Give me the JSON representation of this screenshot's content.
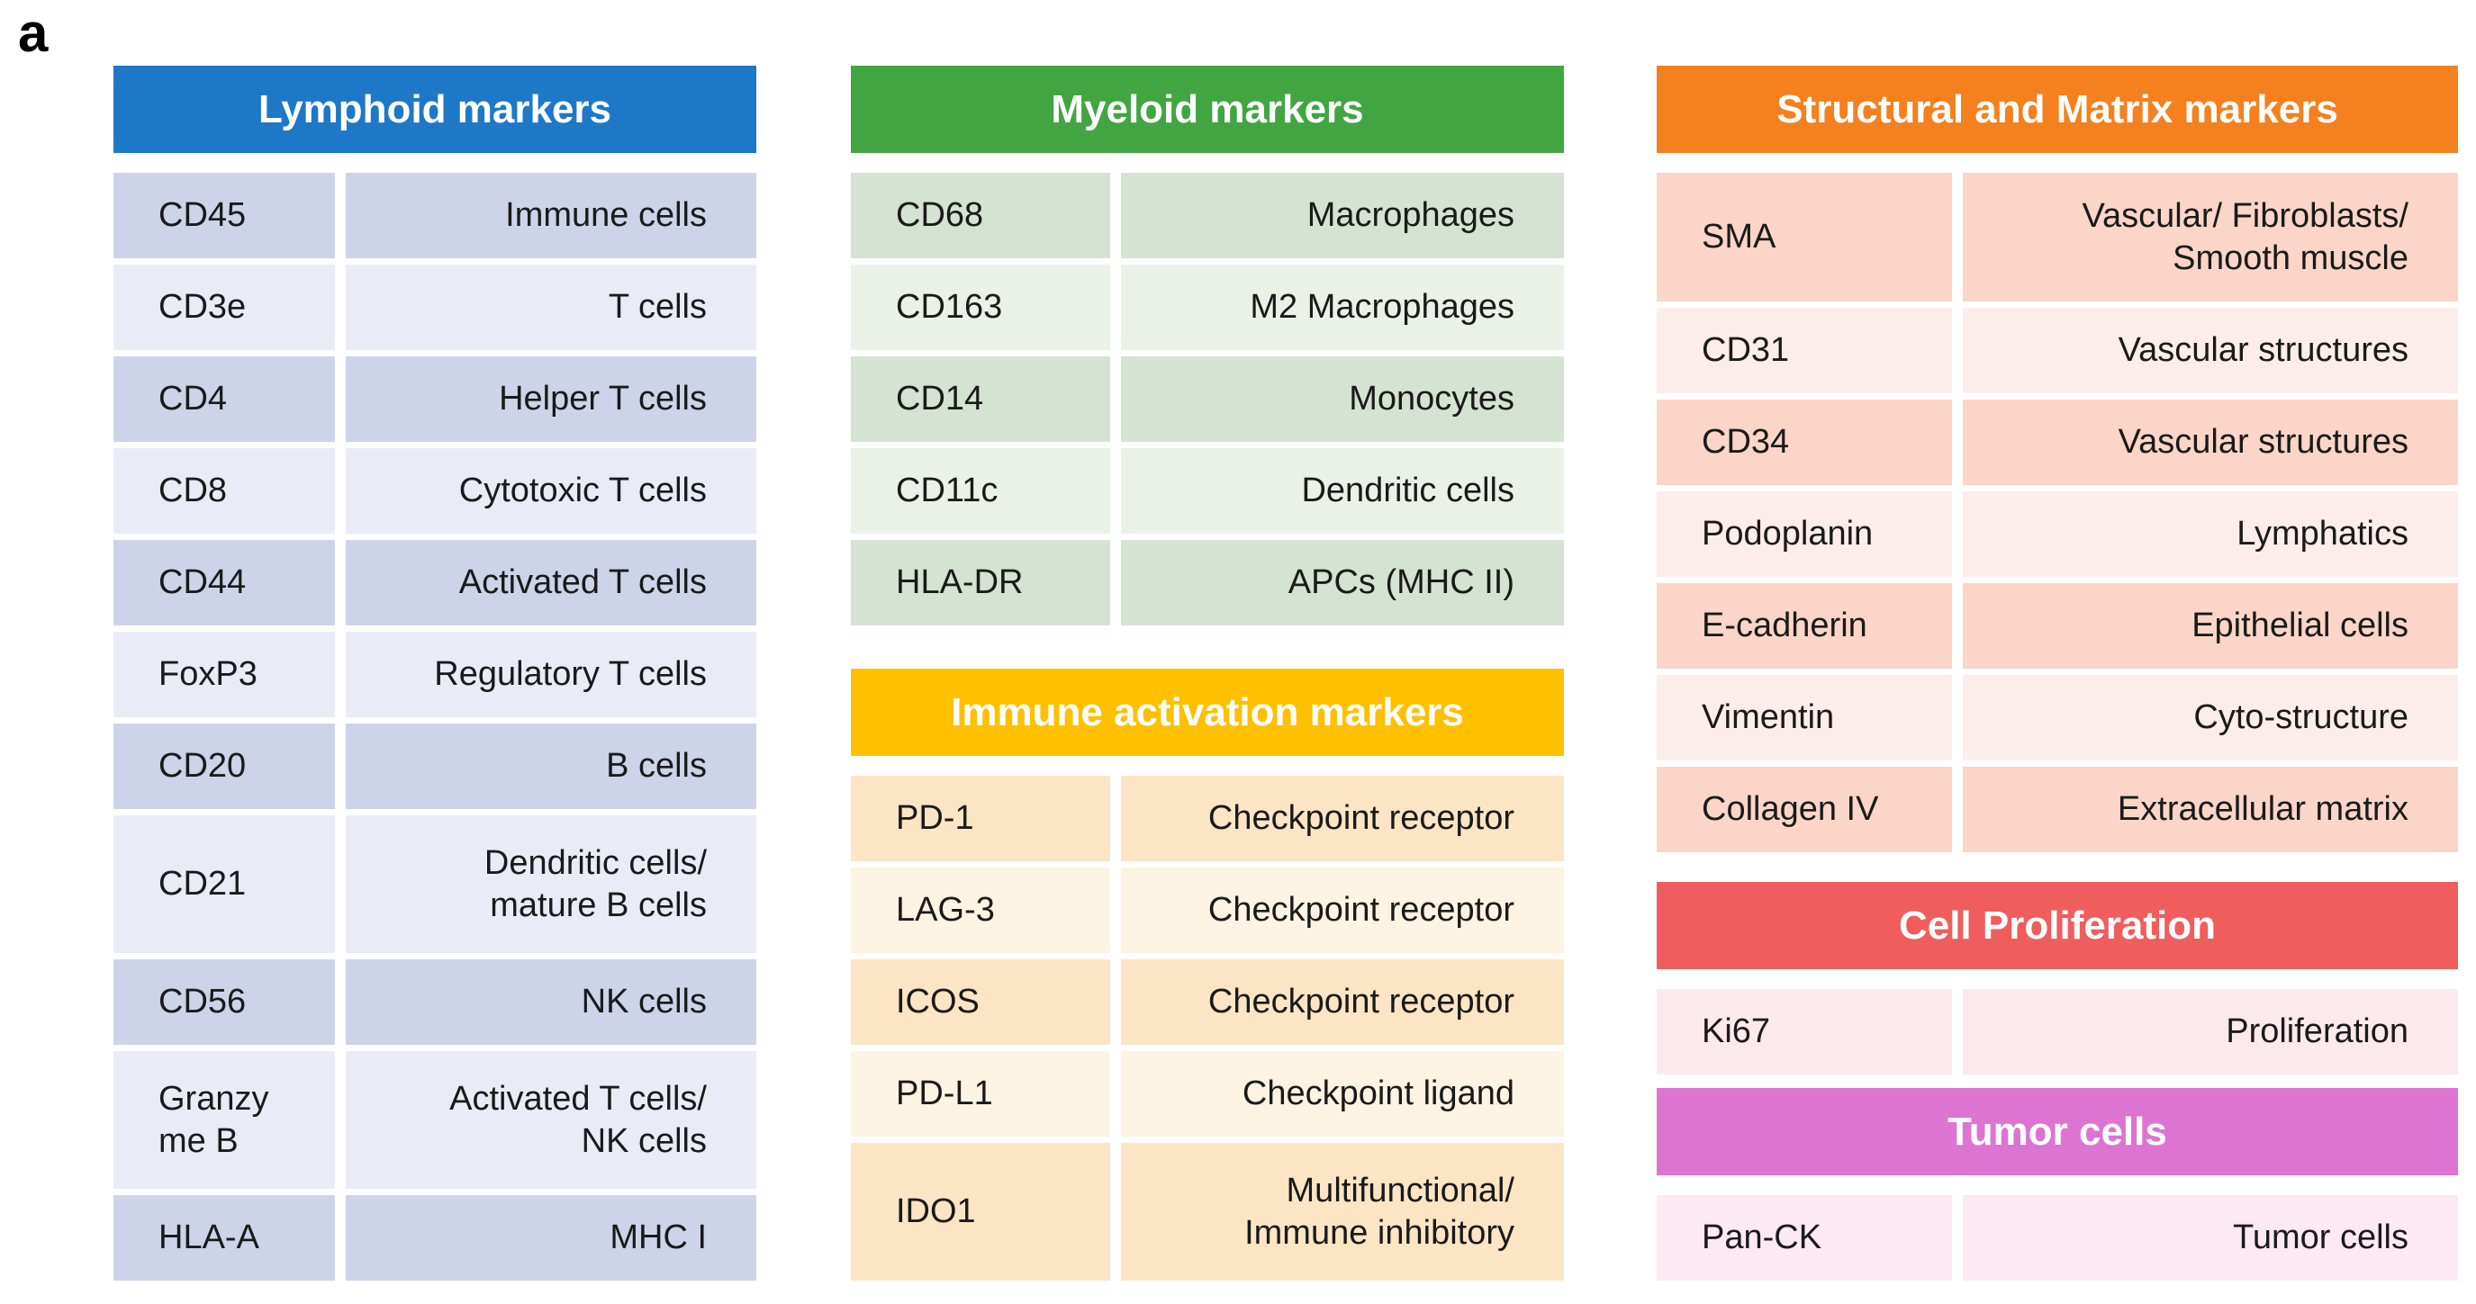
{
  "panel_label": "a",
  "colors": {
    "lymphoid_header": "#1e78c8",
    "lymphoid_row_shaded": "#cdd4e9",
    "lymphoid_row_light": "#e9ecf6",
    "myeloid_header": "#41a641",
    "myeloid_row_shaded": "#d5e3d2",
    "myeloid_row_light": "#eaf2e8",
    "immune_activation_header": "#ffc000",
    "immune_activation_row_shaded": "#fce5c4",
    "immune_activation_row_light": "#fdf3e3",
    "structural_header": "#f5801e",
    "structural_row_shaded": "#fbd5c8",
    "structural_row_light": "#fdedea",
    "proliferation_header": "#f05d5d",
    "proliferation_row": "#fbe9ee",
    "tumor_header": "#dd74d2",
    "tumor_row": "#fce9f4",
    "header_text": "#ffffff",
    "cell_text": "#1a1a1a"
  },
  "tables": {
    "lymphoid": {
      "title": "Lymphoid markers",
      "rows": [
        {
          "marker": "CD45",
          "desc": "Immune cells"
        },
        {
          "marker": "CD3e",
          "desc": "T cells"
        },
        {
          "marker": "CD4",
          "desc": "Helper T cells"
        },
        {
          "marker": "CD8",
          "desc": "Cytotoxic T cells"
        },
        {
          "marker": "CD44",
          "desc": "Activated T cells"
        },
        {
          "marker": "FoxP3",
          "desc": "Regulatory T cells"
        },
        {
          "marker": "CD20",
          "desc": "B cells"
        },
        {
          "marker": "CD21",
          "desc": "Dendritic cells/\nmature B cells"
        },
        {
          "marker": "CD56",
          "desc": "NK cells"
        },
        {
          "marker": "Granzy\nme B",
          "desc": "Activated T cells/\nNK cells"
        },
        {
          "marker": "HLA-A",
          "desc": "MHC I"
        }
      ]
    },
    "myeloid": {
      "title": "Myeloid markers",
      "rows": [
        {
          "marker": "CD68",
          "desc": "Macrophages"
        },
        {
          "marker": "CD163",
          "desc": "M2 Macrophages"
        },
        {
          "marker": "CD14",
          "desc": "Monocytes"
        },
        {
          "marker": "CD11c",
          "desc": "Dendritic cells"
        },
        {
          "marker": "HLA-DR",
          "desc": "APCs (MHC II)"
        }
      ]
    },
    "immune_activation": {
      "title": "Immune activation markers",
      "rows": [
        {
          "marker": "PD-1",
          "desc": "Checkpoint receptor"
        },
        {
          "marker": "LAG-3",
          "desc": "Checkpoint receptor"
        },
        {
          "marker": "ICOS",
          "desc": "Checkpoint receptor"
        },
        {
          "marker": "PD-L1",
          "desc": "Checkpoint ligand"
        },
        {
          "marker": "IDO1",
          "desc": "Multifunctional/\nImmune inhibitory"
        }
      ]
    },
    "structural": {
      "title": "Structural and Matrix markers",
      "rows": [
        {
          "marker": "SMA",
          "desc": "Vascular/ Fibroblasts/\nSmooth muscle"
        },
        {
          "marker": "CD31",
          "desc": "Vascular structures"
        },
        {
          "marker": "CD34",
          "desc": "Vascular structures"
        },
        {
          "marker": "Podoplanin",
          "desc": "Lymphatics"
        },
        {
          "marker": "E-cadherin",
          "desc": "Epithelial cells"
        },
        {
          "marker": "Vimentin",
          "desc": "Cyto-structure"
        },
        {
          "marker": "Collagen IV",
          "desc": "Extracellular matrix"
        }
      ]
    },
    "proliferation": {
      "title": "Cell Proliferation",
      "rows": [
        {
          "marker": "Ki67",
          "desc": "Proliferation"
        }
      ]
    },
    "tumor": {
      "title": "Tumor cells",
      "rows": [
        {
          "marker": "Pan-CK",
          "desc": "Tumor cells"
        }
      ]
    }
  }
}
